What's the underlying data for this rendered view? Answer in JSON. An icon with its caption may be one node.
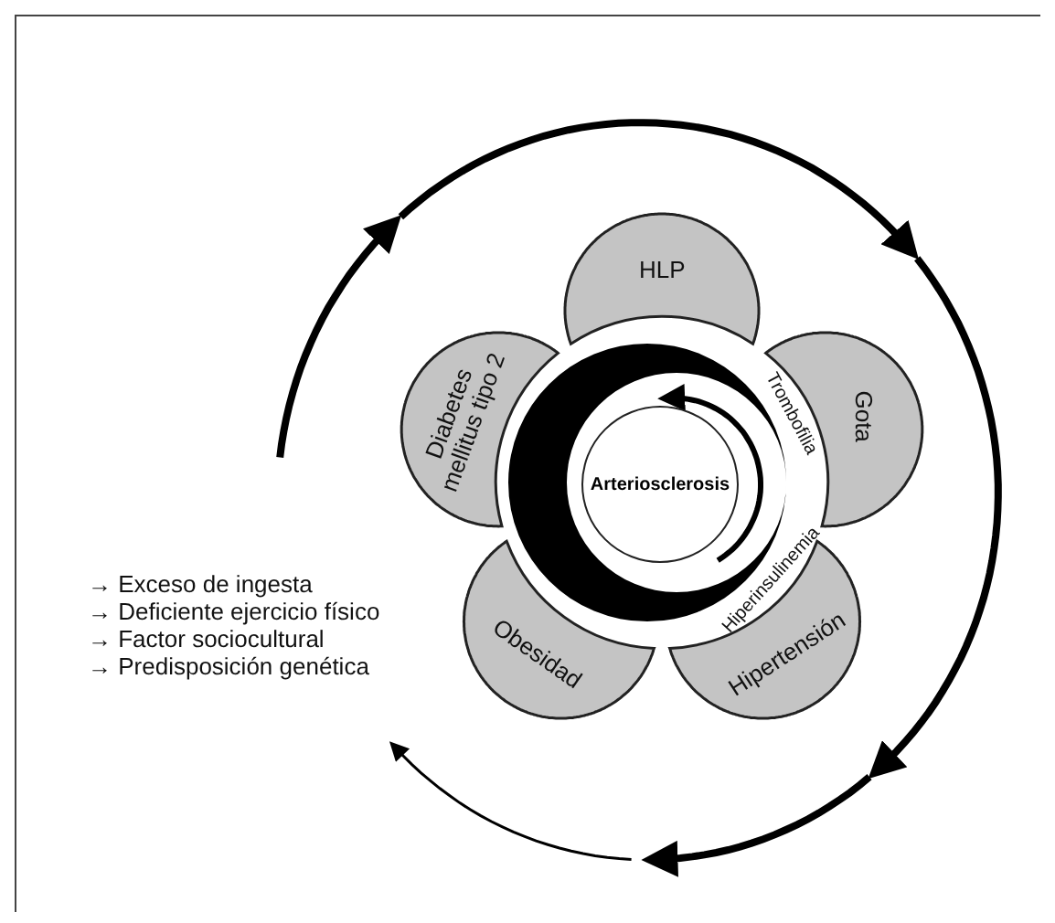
{
  "diagram": {
    "nodes": [
      {
        "text": [
          "HLP"
        ]
      },
      {
        "text": [
          "Diabetes mellitus tipo 2"
        ]
      },
      {
        "text": [
          "Gota"
        ]
      },
      {
        "text": [
          "Arteriosclerosis"
        ]
      },
      {
        "text": [
          "Obesidad"
        ]
      },
      {
        "text": [
          "Hipertensión"
        ]
      }
    ],
    "labels": [
      "Trombofilia",
      "Hiperinsulinemia",
      "→ Exceso de ingesta",
      "→ Deficiente ejercicio físico",
      "→ Factor sociocultural",
      "→ Predisposición genética"
    ]
  }
}
